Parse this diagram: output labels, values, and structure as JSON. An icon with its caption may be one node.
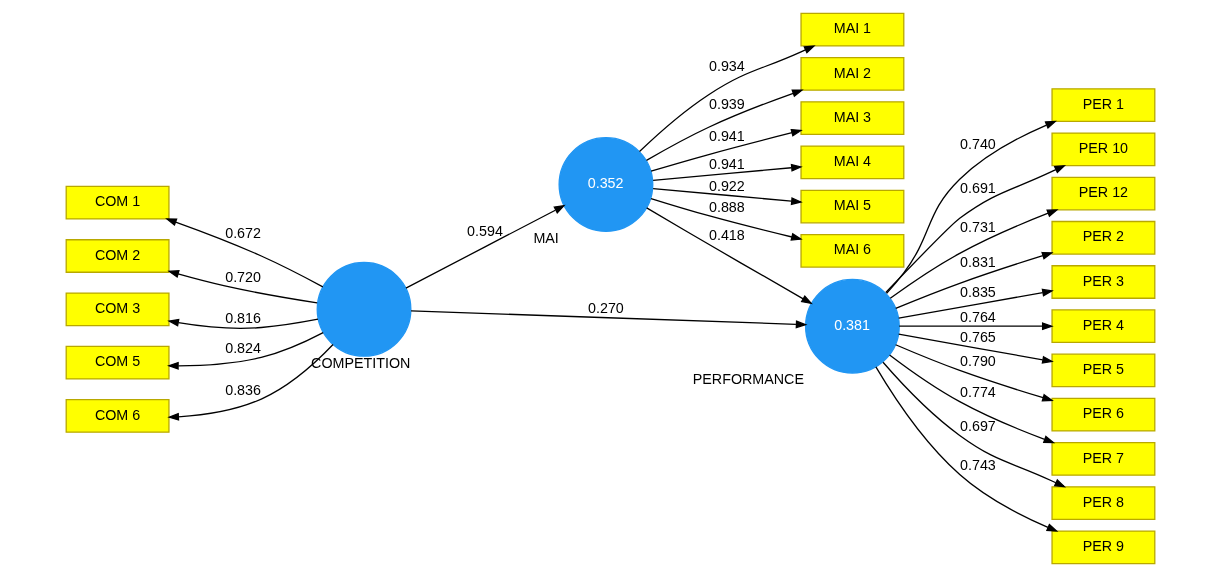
{
  "diagram": {
    "nodes": [
      {
        "text": [
          "MAI 1"
        ]
      },
      {
        "text": [
          "MAI 2"
        ]
      },
      {
        "text": [
          "MAI 3"
        ]
      },
      {
        "text": [
          "MAI 4"
        ]
      },
      {
        "text": [
          "MAI 5"
        ]
      },
      {
        "text": [
          "MAI 6"
        ]
      },
      {
        "text": [
          "COM 1"
        ]
      },
      {
        "text": [
          "COM 2"
        ]
      },
      {
        "text": [
          "COM 3"
        ]
      },
      {
        "text": [
          "COM 5"
        ]
      },
      {
        "text": [
          "COM 6"
        ]
      },
      {
        "text": [
          "0.352"
        ],
        "beside": [
          "MAI"
        ]
      },
      {
        "text": [],
        "shape": "circle",
        "beside": [
          "COMPETITION"
        ]
      },
      {
        "text": [
          "0.381"
        ],
        "beside": [
          "PERFORMANCE"
        ]
      },
      {
        "text": [
          "PER 1"
        ]
      },
      {
        "text": [
          "PER 10"
        ]
      },
      {
        "text": [
          "PER 12"
        ]
      },
      {
        "text": [
          "PER 2"
        ]
      },
      {
        "text": [
          "PER 3"
        ]
      },
      {
        "text": [
          "PER 4"
        ]
      },
      {
        "text": [
          "PER 5"
        ]
      },
      {
        "text": [
          "PER 6"
        ]
      },
      {
        "text": [
          "PER 7"
        ]
      },
      {
        "text": [
          "PER 8"
        ]
      },
      {
        "text": [
          "PER 9"
        ]
      }
    ],
    "edges": [
      {
        "from": 11,
        "to": 0,
        "arrow": "to",
        "label": "0.934"
      },
      {
        "from": 11,
        "to": 1,
        "arrow": "to",
        "label": "0.939"
      },
      {
        "from": 11,
        "to": 2,
        "arrow": "to",
        "label": "0.941"
      },
      {
        "from": 11,
        "to": 3,
        "arrow": "to",
        "label": "0.941"
      },
      {
        "from": 11,
        "to": 4,
        "arrow": "to",
        "label": "0.922"
      },
      {
        "from": 11,
        "to": 5,
        "arrow": "to",
        "label": "0.888"
      },
      {
        "from": 12,
        "to": 6,
        "arrow": "to",
        "label": "0.672"
      },
      {
        "from": 12,
        "to": 7,
        "arrow": "to",
        "label": "0.720"
      },
      {
        "from": 12,
        "to": 8,
        "arrow": "to",
        "label": "0.816"
      },
      {
        "from": 12,
        "to": 9,
        "arrow": "to",
        "label": "0.824"
      },
      {
        "from": 12,
        "to": 10,
        "arrow": "to",
        "label": "0.836"
      },
      {
        "from": 12,
        "to": 11,
        "arrow": "to",
        "label": "0.594"
      },
      {
        "from": 11,
        "to": 13,
        "arrow": "to",
        "label": "0.418"
      },
      {
        "from": 12,
        "to": 13,
        "arrow": "to",
        "label": "0.270"
      },
      {
        "from": 13,
        "to": 14,
        "arrow": "to",
        "label": "0.740"
      },
      {
        "from": 13,
        "to": 15,
        "arrow": "to",
        "label": "0.691"
      },
      {
        "from": 13,
        "to": 16,
        "arrow": "to",
        "label": "0.731"
      },
      {
        "from": 13,
        "to": 17,
        "arrow": "to",
        "label": "0.831"
      },
      {
        "from": 13,
        "to": 18,
        "arrow": "to",
        "label": "0.835"
      },
      {
        "from": 13,
        "to": 19,
        "arrow": "to",
        "label": "0.764"
      },
      {
        "from": 13,
        "to": 20,
        "arrow": "to",
        "label": "0.765"
      },
      {
        "from": 13,
        "to": 21,
        "arrow": "to",
        "label": "0.790"
      },
      {
        "from": 13,
        "to": 22,
        "arrow": "to",
        "label": "0.774"
      },
      {
        "from": 13,
        "to": 23,
        "arrow": "to",
        "label": "0.697"
      },
      {
        "from": 13,
        "to": 24,
        "arrow": "to",
        "label": "0.743"
      }
    ]
  }
}
